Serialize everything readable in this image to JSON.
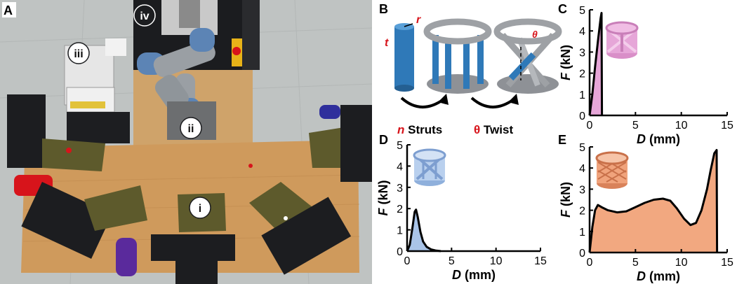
{
  "panels": {
    "A": {
      "letter": "A",
      "callouts": [
        "i",
        "ii",
        "iii",
        "iv"
      ]
    },
    "B": {
      "letter": "B",
      "labels": {
        "t": "t",
        "r": "r",
        "n": "n",
        "struts": " Struts",
        "theta": "θ",
        "twist": " Twist",
        "theta_small": "θ"
      }
    },
    "C": {
      "letter": "C"
    },
    "D": {
      "letter": "D"
    },
    "E": {
      "letter": "E"
    }
  },
  "colors": {
    "lab_floor": "#bfc3c2",
    "bench_wood": "#cf9a5c",
    "printer_black": "#1c1d20",
    "strut_blue": "#2f79b8",
    "grey_structure": "#9ea1a5",
    "red_accent": "#d7141b",
    "pink_fill": "#e6a6d8",
    "blue_fill": "#a9c4e8",
    "orange_fill": "#f2a880"
  },
  "chart_data": [
    {
      "panel": "C",
      "type": "area",
      "xlabel": "D (mm)",
      "ylabel": "F (kN)",
      "xlim": [
        0,
        15
      ],
      "ylim": [
        0,
        5
      ],
      "xticks": [
        0,
        5,
        10,
        15
      ],
      "yticks": [
        0,
        1,
        2,
        3,
        4,
        5
      ],
      "fill_color": "#e6a6d8",
      "x": [
        0,
        0.3,
        0.6,
        0.9,
        1.2,
        1.3,
        1.35
      ],
      "y": [
        0,
        1.0,
        2.3,
        3.5,
        4.6,
        4.85,
        0
      ]
    },
    {
      "panel": "D",
      "type": "area",
      "xlabel": "D (mm)",
      "ylabel": "F (kN)",
      "xlim": [
        0,
        15
      ],
      "ylim": [
        0,
        5
      ],
      "xticks": [
        0,
        5,
        10,
        15
      ],
      "yticks": [
        0,
        1,
        2,
        3,
        4,
        5
      ],
      "fill_color": "#a9c4e8",
      "x": [
        0,
        0.3,
        0.6,
        0.85,
        1.0,
        1.2,
        1.5,
        1.8,
        2.2,
        2.7,
        3.2,
        3.8
      ],
      "y": [
        0,
        0.3,
        1.1,
        1.85,
        1.95,
        1.6,
        0.9,
        0.45,
        0.2,
        0.08,
        0.03,
        0
      ]
    },
    {
      "panel": "E",
      "type": "area",
      "xlabel": "D (mm)",
      "ylabel": "F (kN)",
      "xlim": [
        0,
        15
      ],
      "ylim": [
        0,
        5
      ],
      "xticks": [
        0,
        5,
        10,
        15
      ],
      "yticks": [
        0,
        1,
        2,
        3,
        4,
        5
      ],
      "fill_color": "#f2a880",
      "x": [
        0,
        0.3,
        0.6,
        0.9,
        1.3,
        2,
        3,
        4,
        5,
        6,
        7,
        8,
        8.8,
        9.5,
        10.3,
        11,
        11.6,
        12.2,
        12.8,
        13.2,
        13.6,
        13.85,
        13.9
      ],
      "y": [
        0,
        1.2,
        2.0,
        2.25,
        2.15,
        2.0,
        1.9,
        1.95,
        2.15,
        2.35,
        2.5,
        2.55,
        2.45,
        2.1,
        1.6,
        1.3,
        1.4,
        2.0,
        3.0,
        3.9,
        4.7,
        4.85,
        0
      ]
    }
  ]
}
